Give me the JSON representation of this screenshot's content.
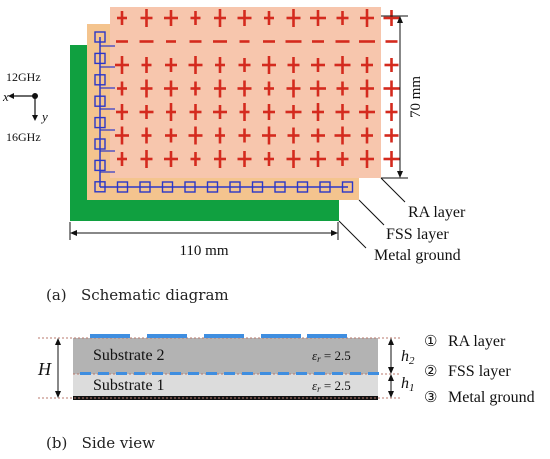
{
  "colors": {
    "ra_fill": "#f7c6ad",
    "ra_cross": "#d42a1e",
    "fss_fill": "#f4c48e",
    "fss_line": "#2b37c8",
    "ground": "#10a040",
    "substrate2": "#b3b3b3",
    "substrate1": "#dcdcdc",
    "dashed": "#b87a6e",
    "patch": "#3f8ee0",
    "metal": "#111111"
  },
  "panel_a": {
    "freq_top": "12GHz",
    "freq_bottom": "16GHz",
    "axis_x": "x",
    "axis_y": "y",
    "dim_height": "70 mm",
    "dim_width": "110 mm",
    "callout_ra": "RA layer",
    "callout_fss": "FSS layer",
    "callout_ground": "Metal ground",
    "caption": "(a)   Schematic diagram"
  },
  "panel_b": {
    "substrate2": "Substrate 2",
    "substrate1": "Substrate 1",
    "eps_symbol": "ε",
    "eps_sub": "r",
    "eps_value": " = 2.5",
    "H": "H",
    "h2_main": "h",
    "h2_sub": "2",
    "h1_main": "h",
    "h1_sub": "1",
    "legend_ra_num": "①",
    "legend_ra": "RA layer",
    "legend_fss_num": "②",
    "legend_fss": "FSS layer",
    "legend_metal_num": "③",
    "legend_metal": "Metal ground",
    "caption": "(b)   Side view"
  }
}
